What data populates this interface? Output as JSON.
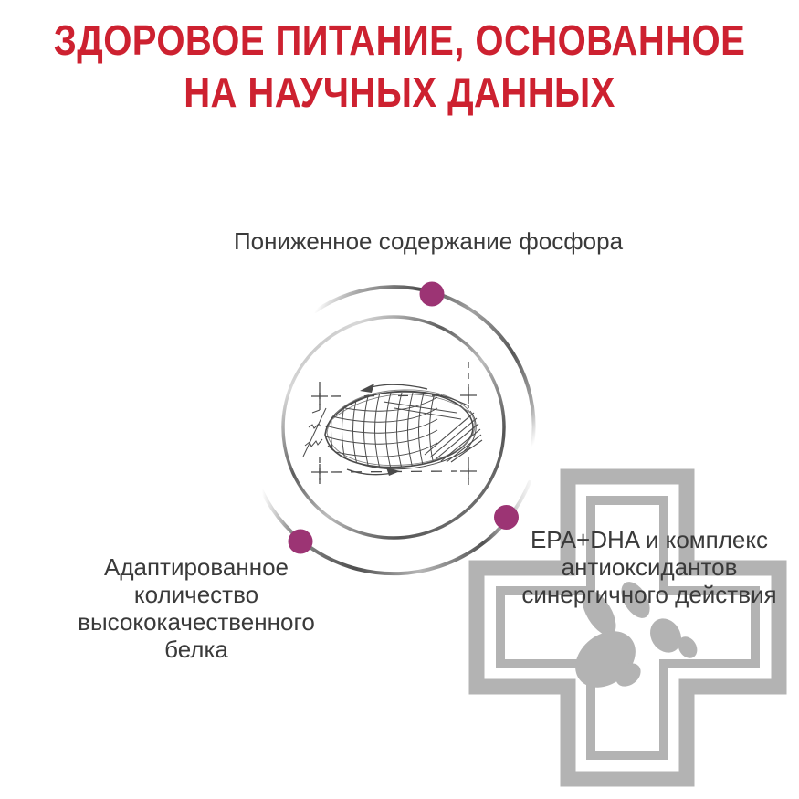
{
  "page": {
    "background": "#ffffff"
  },
  "title": {
    "line1": "ЗДОРОВОЕ ПИТАНИЕ, ОСНОВАННОЕ",
    "line2": "НА НАУЧНЫХ ДАННЫХ"
  },
  "diagram": {
    "illustration": "kibble-technical-sketch-in-circle",
    "benefits": [
      {
        "position": "top",
        "label": "Пониженное содержание фосфора"
      },
      {
        "position": "bottom-left",
        "label": "Адаптированное количество высококачественного белка"
      },
      {
        "position": "right",
        "label": "EPA+DHA и комплекс антиоксидантов синергичного действия"
      }
    ]
  },
  "watermark": {
    "icon": "veterinary-cross-paw"
  },
  "colors": {
    "title_red": "#cd2130",
    "benefit_dot": "#9c3474",
    "watermark_gray": "#b3b3b3",
    "label_text": "#3a3a3a",
    "sketch_ink": "#4a4a4a",
    "arc_gray": "#6f6f6f"
  }
}
